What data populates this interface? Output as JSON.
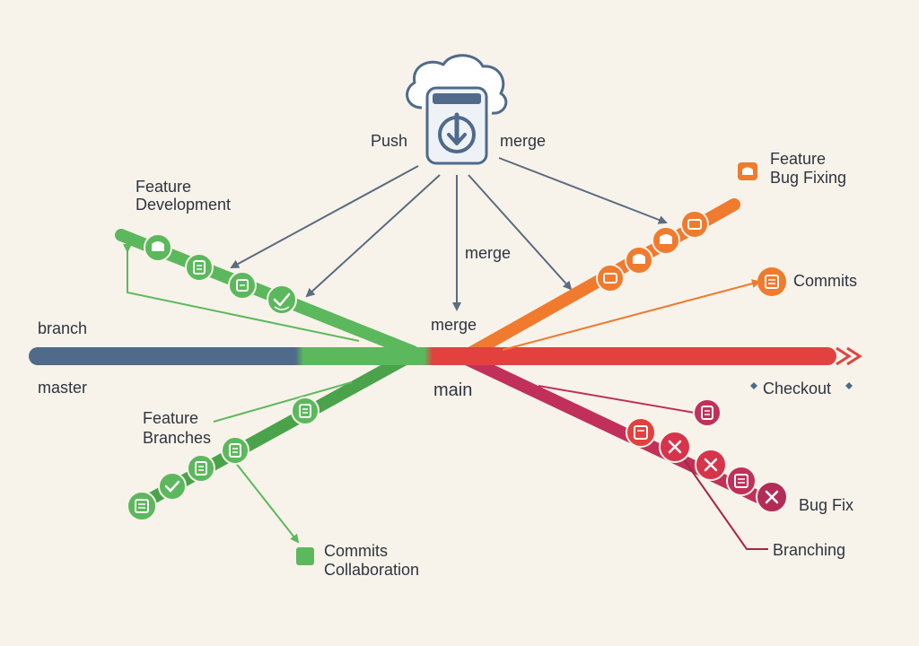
{
  "labels": {
    "push": "Push",
    "merge_top": "merge",
    "merge_mid": "merge",
    "merge_low": "merge",
    "branch": "branch",
    "master": "master",
    "main": "main",
    "checkout": "Checkout",
    "feature_development_1": "Feature",
    "feature_development_2": "Development",
    "feature_bug_fixing_1": "Feature",
    "feature_bug_fixing_2": "Bug Fixing",
    "commits_orange": "Commits",
    "feature_branches_1": "Feature",
    "feature_branches_2": "Branches",
    "commits_collab_1": "Commits",
    "commits_collab_2": "Collaboration",
    "bug_fix": "Bug Fix",
    "branching": "Branching"
  },
  "colors": {
    "background": "#f7f3ea",
    "slate": "#4f6a8a",
    "green": "#5cb85c",
    "green_dark": "#4aa34a",
    "orange": "#f07a2e",
    "red": "#e2413f",
    "crimson": "#c0305a",
    "arrow": "#5b6b80"
  }
}
